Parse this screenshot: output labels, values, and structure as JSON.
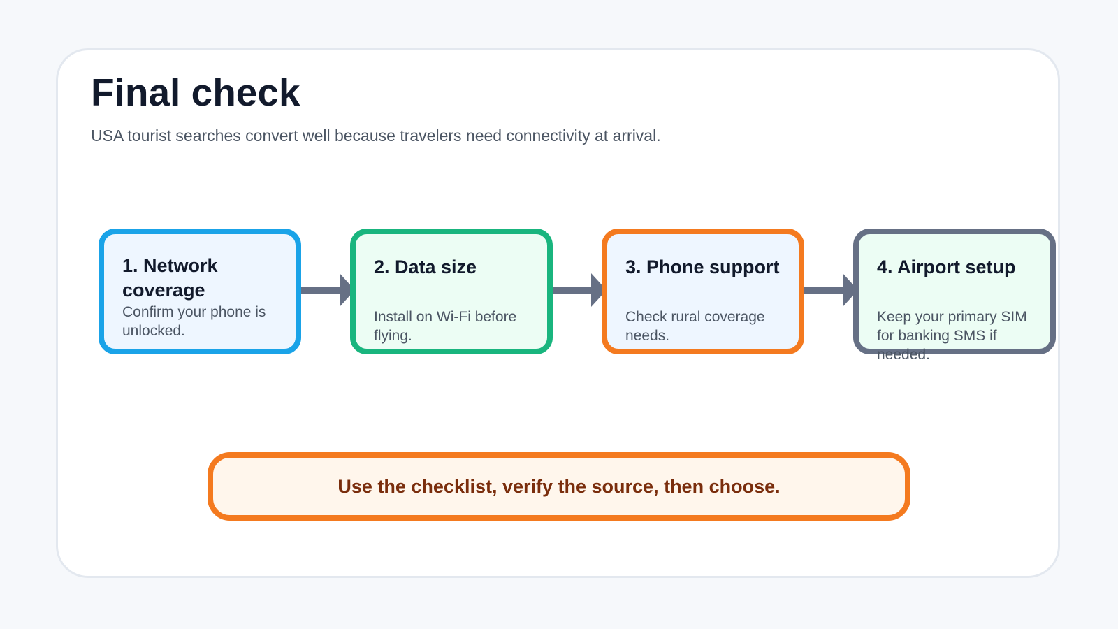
{
  "header": {
    "title": "Final check",
    "subtitle": "USA tourist searches convert well because travelers need connectivity at arrival."
  },
  "steps": [
    {
      "title": "1. Network coverage",
      "body": "Confirm your phone is unlocked.",
      "border_color": "#1aa3e8",
      "fill_color": "#eef6ff"
    },
    {
      "title": "2. Data size",
      "body": "Install on Wi-Fi before flying.",
      "border_color": "#19b57e",
      "fill_color": "#ecfdf4"
    },
    {
      "title": "3. Phone support",
      "body": "Check rural coverage needs.",
      "border_color": "#f47a1f",
      "fill_color": "#eef6ff"
    },
    {
      "title": "4. Airport setup",
      "body": "Keep your primary SIM for banking SMS if needed.",
      "border_color": "#667085",
      "fill_color": "#ecfdf4"
    }
  ],
  "connector_color": "#667085",
  "callout": {
    "text": "Use the checklist, verify the source, then choose.",
    "border_color": "#f47a1f",
    "fill_color": "#fff6ec",
    "text_color": "#7a2d0c"
  }
}
